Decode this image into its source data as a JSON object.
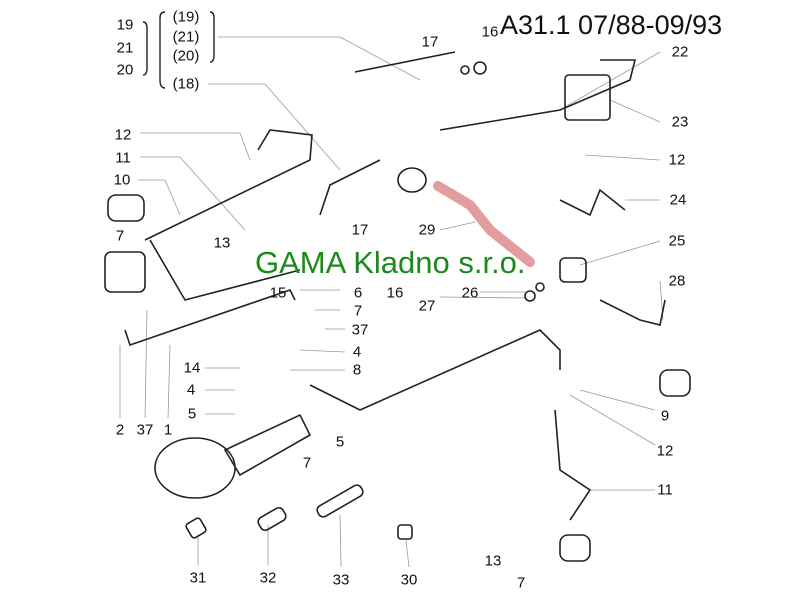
{
  "title": "A31.1 07/88-09/93",
  "watermark": "GAMA Kladno s.r.o.",
  "legend": {
    "left": [
      "19",
      "21",
      "20"
    ],
    "right": [
      "(19)",
      "(21)",
      "(20)",
      "(18)"
    ]
  },
  "callouts": [
    "17",
    "16",
    "22",
    "23",
    "12",
    "24",
    "25",
    "28",
    "9",
    "12",
    "11",
    "13",
    "7",
    "12",
    "11",
    "10",
    "7",
    "13",
    "17",
    "16",
    "15",
    "6",
    "7",
    "37",
    "4",
    "8",
    "14",
    "4",
    "5",
    "2",
    "37",
    "1",
    "5",
    "7",
    "29",
    "26",
    "27",
    "31",
    "32",
    "33",
    "30"
  ],
  "colors": {
    "highlight": "#c83c3c",
    "watermark": "#1a8a1a",
    "line": "#222222"
  }
}
